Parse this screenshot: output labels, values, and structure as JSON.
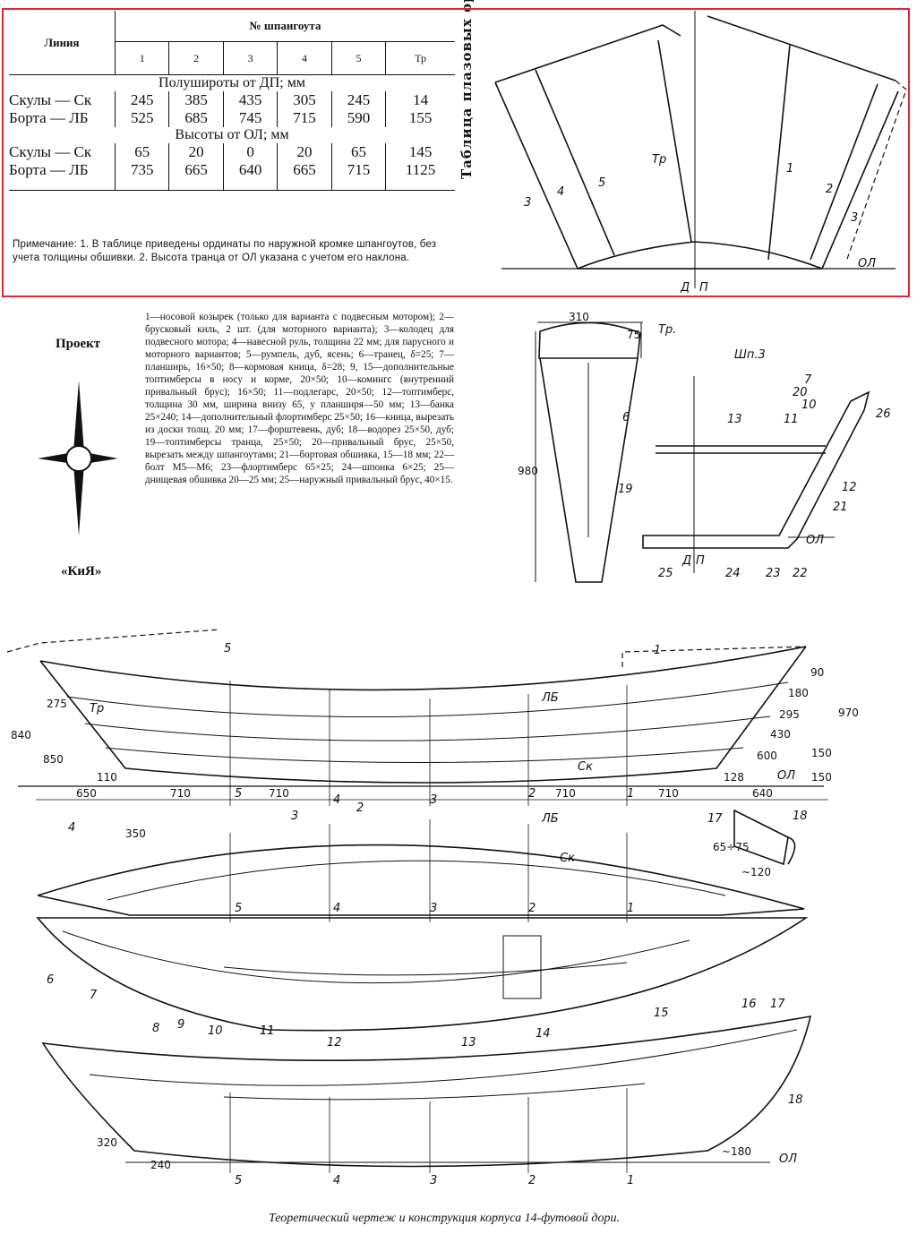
{
  "table": {
    "col_line": "Линия",
    "col_frame_no": "№ шпангоута",
    "frame_numbers": [
      "1",
      "2",
      "3",
      "4",
      "5",
      "Тр"
    ],
    "section1_title": "Полуширoты от ДП; мм",
    "section2_title": "Высоты от ОЛ; мм",
    "rows_half_widths": [
      {
        "label": "Скулы — Ск",
        "values": [
          "245",
          "385",
          "435",
          "305",
          "245",
          "14"
        ]
      },
      {
        "label": "Борта — ЛБ",
        "values": [
          "525",
          "685",
          "745",
          "715",
          "590",
          "155"
        ]
      }
    ],
    "rows_heights": [
      {
        "label": "Скулы — Ск",
        "values": [
          "65",
          "20",
          "0",
          "20",
          "65",
          "145"
        ]
      },
      {
        "label": "Борта — ЛБ",
        "values": [
          "735",
          "665",
          "640",
          "665",
          "715",
          "1125"
        ]
      }
    ],
    "note": "Примечание: 1. В таблице приведены ординаты по наружной кромке шпангоутов, без учета толщины обшивки. 2. Высота транца от ОЛ указана с учетом его наклона.",
    "side_title": "Таблица плазовых ординат"
  },
  "project": {
    "label": "Проект",
    "name": "«КиЯ»"
  },
  "legend_text": "1—носовой козырек (только для варианта с подвесным мотором); 2—брусковый киль, 2 шт. (для моторного варианта); 3—колодец для подвесного мотора; 4—навесной руль, толщина 22 мм; для парусного и моторного вариантов; 5—румпель, дуб, ясень; 6—транец, δ=25; 7—планширь, 16×50; 8—кормовая кница, δ=28; 9, 15—дополнительные топтимберсы в носу и корме, 20×50; 10—комингс (внутренний привальный брус); 16×50; 11—подлегарс, 20×50; 12—топтимберс, толщина 30 мм, ширина внизу 65, у планширя—50 мм; 13—банка 25×240; 14—дополнительный флортимберс 25×50; 16—кница, вырезать из доски толщ. 20 мм; 17—форштевень, дуб; 18—водорез 25×50, дуб; 19—топтимберсы транца, 25×50; 20—привальный брус, 25×50, вырезать между шпангоутами; 21—бортовая обшивка, 15—18 мм; 22—болт М5—М6; 23—флортимберс 65×25; 24—шпонка 6×25; 25—днищевая обшивка 20—25 мм; 25—наружный привальный брус, 40×15.",
  "body_plan": {
    "labels": [
      "Тр",
      "1",
      "2",
      "3",
      "4",
      "5",
      "3",
      "ОЛ",
      "Д",
      "П"
    ]
  },
  "transom_view": {
    "dims": [
      "310",
      "75",
      "980"
    ],
    "labels": [
      "Тр.",
      "6",
      "19"
    ]
  },
  "section_view": {
    "title": "Шп.3",
    "labels": [
      "7",
      "20",
      "10",
      "26",
      "13",
      "11",
      "12",
      "21",
      "ОЛ",
      "25",
      "Д",
      "П",
      "24",
      "23",
      "22"
    ]
  },
  "profile": {
    "dims": [
      "840",
      "275",
      "850",
      "110",
      "650",
      "710",
      "710",
      "710",
      "710",
      "640",
      "350",
      "90",
      "180",
      "295",
      "430",
      "600",
      "128",
      "150",
      "150",
      "970"
    ],
    "labels": [
      "5",
      "Тр",
      "ЛБ",
      "Ск",
      "1",
      "ОЛ",
      "5",
      "4",
      "3",
      "2",
      "1",
      "3",
      "2",
      "4"
    ]
  },
  "stem_detail": {
    "labels": [
      "17",
      "18",
      "65÷75",
      "~120"
    ]
  },
  "plan": {
    "labels": [
      "ЛБ",
      "Ск",
      "5",
      "4",
      "3",
      "2",
      "1",
      "6",
      "7",
      "9",
      "11",
      "12",
      "13",
      "14",
      "15"
    ]
  },
  "perspective": {
    "labels": [
      "8",
      "10",
      "11",
      "16",
      "17",
      "18",
      "320",
      "240",
      "~180",
      "ОЛ",
      "5",
      "4",
      "3",
      "2",
      "1"
    ]
  },
  "caption": "Теоретический чертеж и конструкция корпуса 14-футовой дори."
}
